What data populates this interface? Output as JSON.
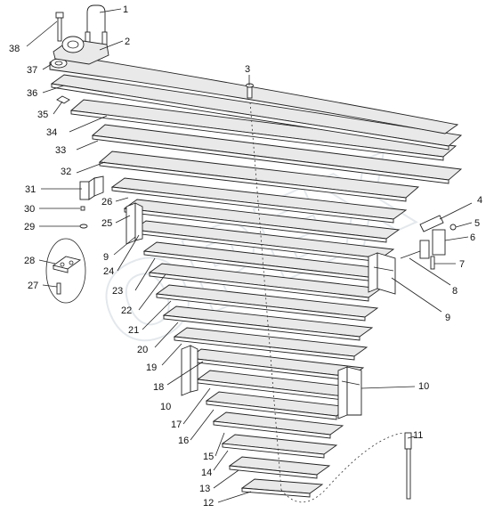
{
  "watermark_text": "OPEX",
  "callouts": {
    "c1": "1",
    "c2": "2",
    "c3": "3",
    "c4": "4",
    "c5": "5",
    "c6": "6",
    "c7": "7",
    "c8": "8",
    "c9a": "9",
    "c9b": "9",
    "c10a": "10",
    "c10b": "10",
    "c11": "11",
    "c12": "12",
    "c13": "13",
    "c14": "14",
    "c15": "15",
    "c16": "16",
    "c17": "17",
    "c18": "18",
    "c19": "19",
    "c20": "20",
    "c21": "21",
    "c22": "22",
    "c23": "23",
    "c24": "24",
    "c25": "25",
    "c26": "26",
    "c27": "27",
    "c28": "28",
    "c29": "29",
    "c30": "30",
    "c31": "31",
    "c32": "32",
    "c33": "33",
    "c34": "34",
    "c35": "35",
    "c36": "36",
    "c37": "37",
    "c38": "38"
  }
}
